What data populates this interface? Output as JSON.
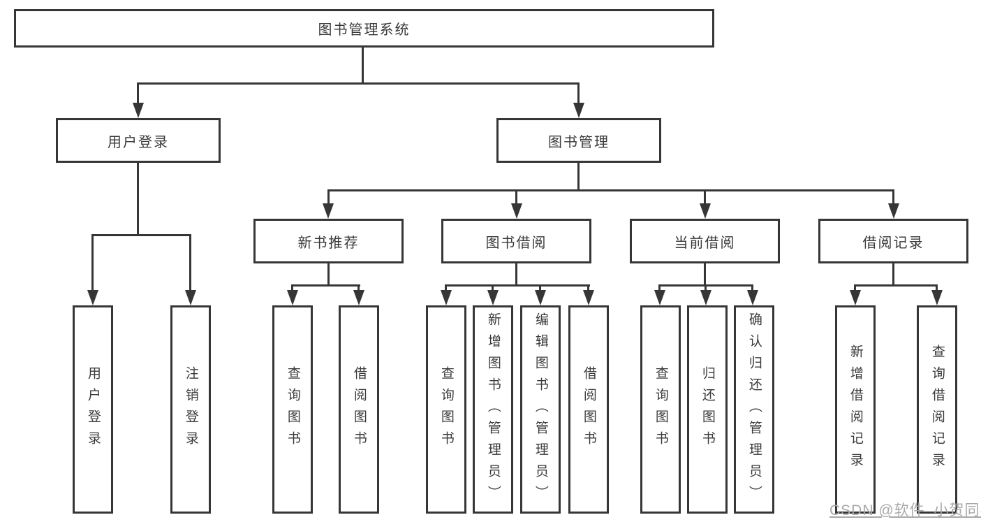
{
  "diagram": {
    "root": {
      "label": "图书管理系统"
    },
    "level2": [
      {
        "label": "用户登录"
      },
      {
        "label": "图书管理"
      }
    ],
    "level3": [
      {
        "label": "新书推荐"
      },
      {
        "label": "图书借阅"
      },
      {
        "label": "当前借阅"
      },
      {
        "label": "借阅记录"
      }
    ],
    "leaves": {
      "userLogin": [
        {
          "label": "用户登录"
        },
        {
          "label": "注销登录"
        }
      ],
      "newBooks": [
        {
          "label": "查询图书"
        },
        {
          "label": "借阅图书"
        }
      ],
      "borrow": [
        {
          "label": "查询图书"
        },
        {
          "label": "新增图书（管理员）"
        },
        {
          "label": "编辑图书（管理员）"
        },
        {
          "label": "借阅图书"
        }
      ],
      "current": [
        {
          "label": "查询图书"
        },
        {
          "label": "归还图书"
        },
        {
          "label": "确认归还（管理员）"
        }
      ],
      "records": [
        {
          "label": "新增借阅记录"
        },
        {
          "label": "查询借阅记录"
        }
      ]
    }
  },
  "watermark": {
    "text": "CSDN @软件_小贺同学"
  },
  "colors": {
    "line": "#363636",
    "text": "#3a3a3a",
    "background": "#ffffff",
    "watermark": "#a9a9a9"
  }
}
